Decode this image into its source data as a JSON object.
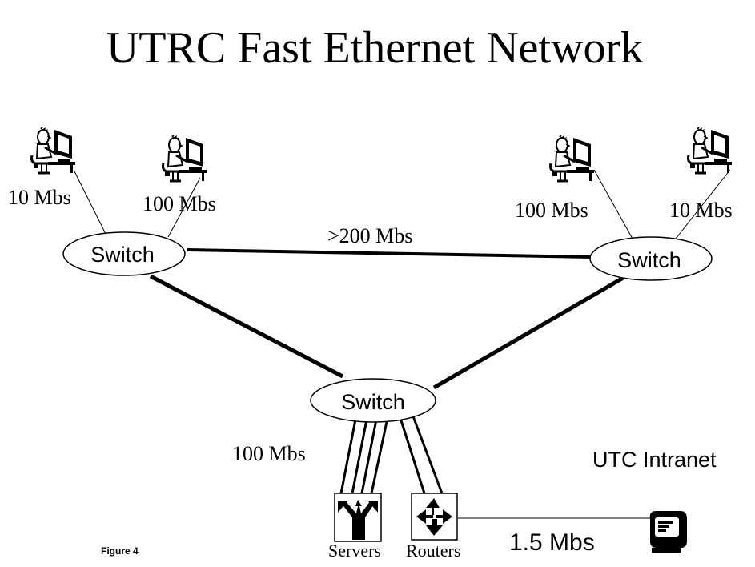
{
  "title": "UTRC Fast Ethernet Network",
  "switches": {
    "left": "Switch",
    "right": "Switch",
    "center": "Switch"
  },
  "links": {
    "left_pc1_speed": "10 Mbs",
    "left_pc2_speed": "100 Mbs",
    "right_pc1_speed": "100 Mbs",
    "right_pc2_speed": "10 Mbs",
    "backbone_speed": ">200 Mbs",
    "server_speed": "100 Mbs",
    "wan_speed": "1.5 Mbs"
  },
  "devices": {
    "servers_label": "Servers",
    "routers_label": "Routers"
  },
  "intranet_label": "UTC Intranet",
  "figure_label": "Figure 4",
  "icons": [
    "user-at-computer-icon",
    "server-icon",
    "router-icon",
    "terminal-icon"
  ],
  "colors": {
    "line": "#000000",
    "background": "#ffffff"
  }
}
